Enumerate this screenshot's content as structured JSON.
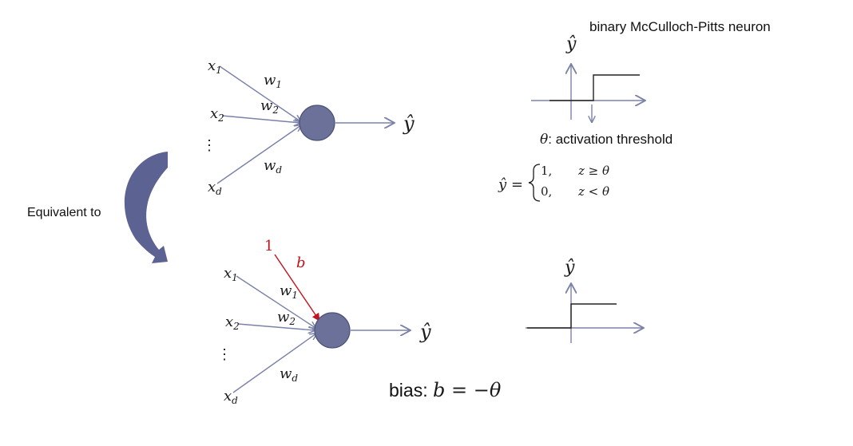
{
  "colors": {
    "edge": "#7a82a8",
    "node_fill": "#6b7199",
    "node_stroke": "#4d5275",
    "bias_edge": "#c0141e",
    "step_line": "#222222",
    "curved_arrow": "#5c6291"
  },
  "top_neuron": {
    "input_1": "x",
    "input_1_sub": "1",
    "input_2": "x",
    "input_2_sub": "2",
    "input_d": "x",
    "input_d_sub": "d",
    "dots": "⋮",
    "weight_1": "w",
    "weight_1_sub": "1",
    "weight_2": "w",
    "weight_2_sub": "2",
    "weight_d": "w",
    "weight_d_sub": "d",
    "output": "ŷ"
  },
  "bottom_neuron": {
    "bias_input": "1",
    "bias_weight": "b",
    "input_1": "x",
    "input_1_sub": "1",
    "input_2": "x",
    "input_2_sub": "2",
    "input_d": "x",
    "input_d_sub": "d",
    "dots": "⋮",
    "weight_1": "w",
    "weight_1_sub": "1",
    "weight_2": "w",
    "weight_2_sub": "2",
    "weight_d": "w",
    "weight_d_sub": "d",
    "output": "ŷ"
  },
  "equivalent_label": "Equivalent to",
  "top_right": {
    "title": "binary McCulloch-Pitts neuron",
    "y_axis_label": "ŷ",
    "threshold_label": "θ",
    "threshold_text": ": activation threshold",
    "eq_lhs": "ŷ =",
    "case1_value": "1,",
    "case1_cond": "z ≥ θ",
    "case2_value": "0,",
    "case2_cond": "z < θ"
  },
  "bottom_right": {
    "y_axis_label": "ŷ",
    "bias_label": "bias: ",
    "bias_eq": "b = −θ"
  }
}
